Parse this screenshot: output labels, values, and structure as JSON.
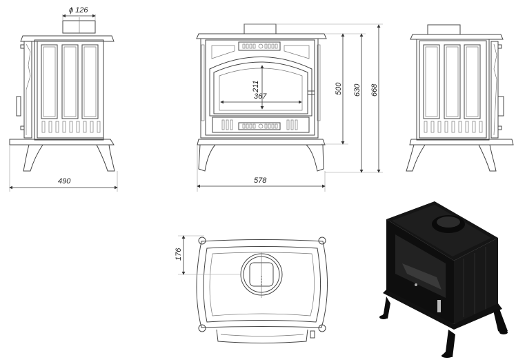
{
  "drawing": {
    "side_view_left": {
      "flue_diameter_label": "ϕ 126",
      "width_label": "490"
    },
    "front_view": {
      "glass_height_label": "211",
      "glass_width_label": "367",
      "width_label": "578",
      "height_to_flue_axis_label": "500",
      "body_height_label": "630",
      "total_height_label": "668"
    },
    "side_view_right": {},
    "top_view": {
      "flue_offset_label": "176"
    },
    "render_3d": {
      "description": "black cast-iron stove isometric render"
    },
    "colors": {
      "line": "#444444",
      "background": "#ffffff",
      "stove_render": "#111111"
    }
  }
}
